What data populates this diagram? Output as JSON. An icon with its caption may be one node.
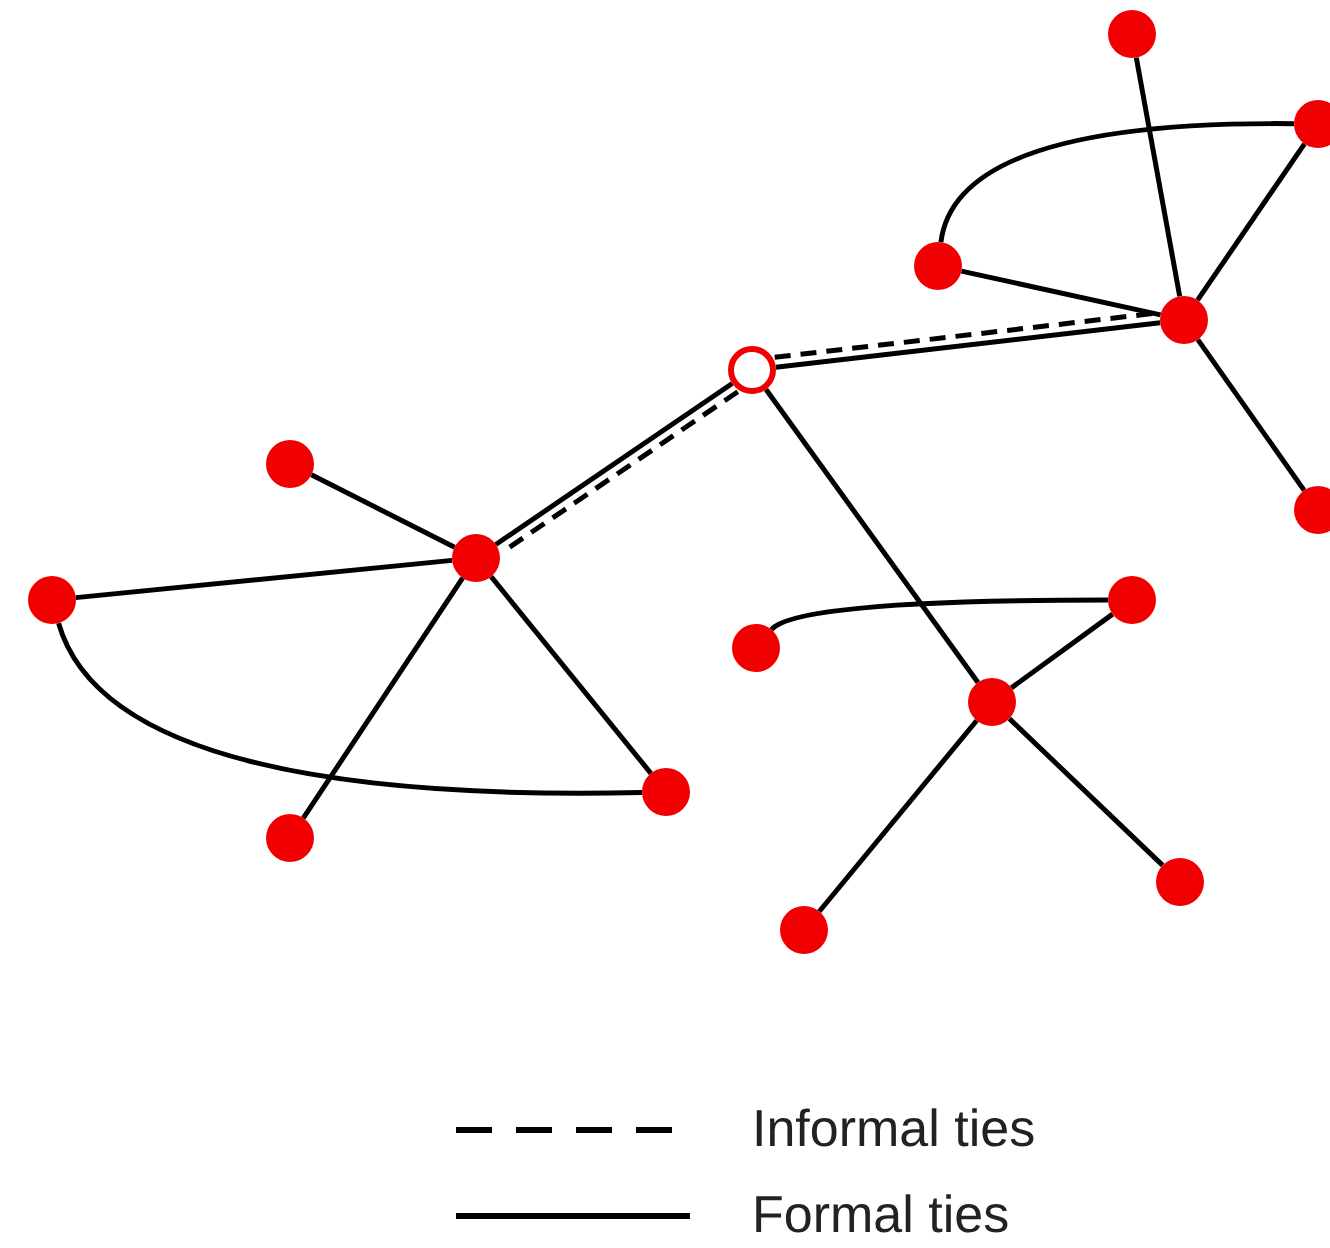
{
  "diagram": {
    "nodes": [
      {
        "text": [],
        "shape": "circle"
      },
      {
        "text": [],
        "shape": "circle"
      },
      {
        "text": [],
        "shape": "circle"
      },
      {
        "text": [],
        "shape": "circle"
      },
      {
        "text": [],
        "shape": "circle"
      },
      {
        "text": [],
        "shape": "circle"
      },
      {
        "text": [],
        "shape": "circle"
      },
      {
        "text": [],
        "shape": "circle"
      },
      {
        "text": [],
        "shape": "circle"
      },
      {
        "text": [],
        "shape": "circle"
      },
      {
        "text": [],
        "shape": "circle"
      },
      {
        "text": [],
        "shape": "circle"
      },
      {
        "text": [],
        "shape": "circle"
      },
      {
        "text": [],
        "shape": "circle"
      },
      {
        "text": [],
        "shape": "circle"
      },
      {
        "text": [],
        "shape": "circle"
      }
    ],
    "edges": [
      {
        "from": 0,
        "to": 4,
        "arrow": "none"
      },
      {
        "from": 2,
        "to": 1,
        "arrow": "none"
      },
      {
        "from": 1,
        "to": 4,
        "arrow": "none"
      },
      {
        "from": 2,
        "to": 4,
        "arrow": "none"
      },
      {
        "from": 4,
        "to": 6,
        "arrow": "none"
      },
      {
        "from": 3,
        "to": 4,
        "arrow": "none"
      },
      {
        "from": 3,
        "to": 4,
        "arrow": "none",
        "style": "dashed"
      },
      {
        "from": 3,
        "to": 7,
        "arrow": "none"
      },
      {
        "from": 3,
        "to": 7,
        "arrow": "none",
        "style": "dashed"
      },
      {
        "from": 3,
        "to": 11,
        "arrow": "none"
      },
      {
        "from": 11,
        "to": 14,
        "arrow": "none"
      },
      {
        "from": 10,
        "to": 9,
        "arrow": "none"
      },
      {
        "from": 9,
        "to": 11,
        "arrow": "none"
      },
      {
        "from": 11,
        "to": 15,
        "arrow": "none"
      },
      {
        "from": 7,
        "to": 5,
        "arrow": "none"
      },
      {
        "from": 7,
        "to": 8,
        "arrow": "none"
      },
      {
        "from": 7,
        "to": 13,
        "arrow": "none"
      },
      {
        "from": 7,
        "to": 12,
        "arrow": "none"
      },
      {
        "from": 8,
        "to": 12,
        "arrow": "none"
      }
    ],
    "legend": [
      {
        "text": "Informal ties"
      },
      {
        "text": "Formal ties"
      }
    ]
  }
}
